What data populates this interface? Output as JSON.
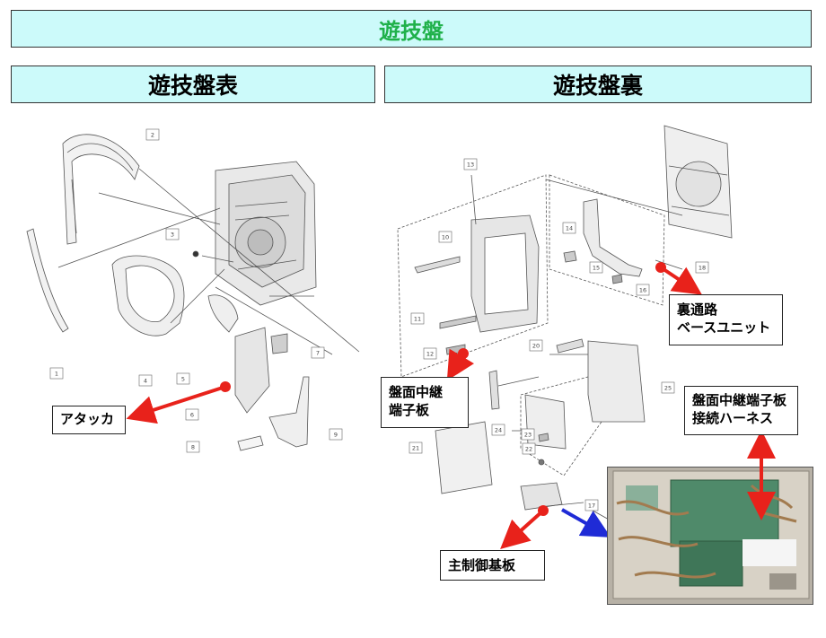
{
  "header": {
    "title": "遊技盤"
  },
  "sections": {
    "front": "遊技盤表",
    "back": "遊技盤裏"
  },
  "callouts": {
    "attacker": "アタッカ",
    "passage_base": [
      "裏通路",
      "ベースユニット"
    ],
    "relay_board": [
      "盤面中継",
      "端子板"
    ],
    "main_board": "主制御基板",
    "harness": [
      "盤面中継端子板",
      "接続ハーネス"
    ]
  },
  "part_numbers": {
    "front": [
      "1",
      "2",
      "3",
      "4",
      "5",
      "6",
      "7",
      "8",
      "9"
    ],
    "back": [
      "10",
      "11",
      "12",
      "13",
      "14",
      "15",
      "16",
      "17",
      "18",
      "20",
      "21",
      "22",
      "23",
      "24",
      "25"
    ]
  },
  "colors": {
    "title_green": "#1fb14a",
    "header_bg": "#ccfafa",
    "arrow_red": "#e8221b",
    "arrow_blue": "#1f2bd6"
  }
}
